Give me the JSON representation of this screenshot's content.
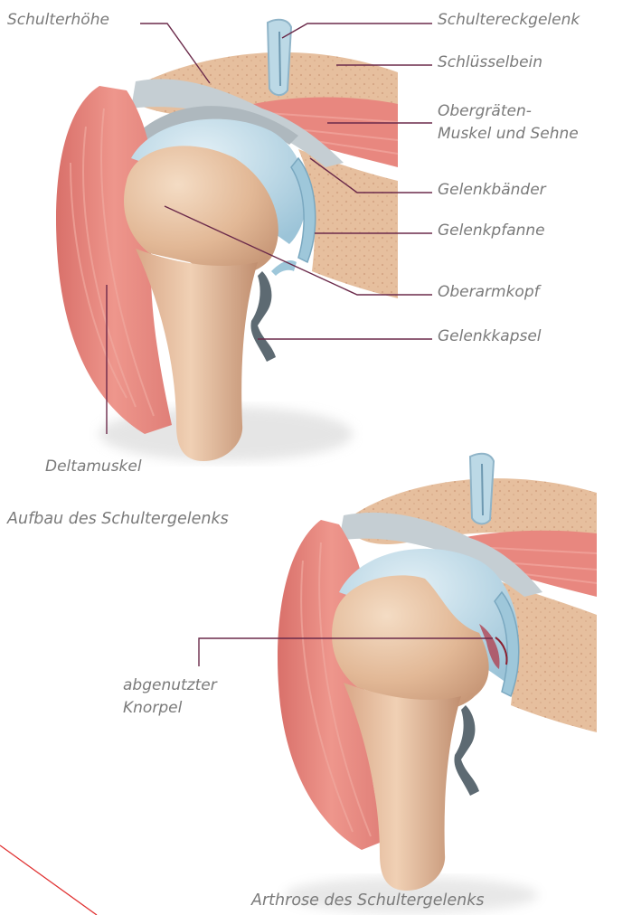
{
  "figure1": {
    "labels": {
      "schulterhoehe": "Schulterhöhe",
      "schultereckgelenk": "Schultereckgelenk",
      "schluesselbein": "Schlüsselbein",
      "obergraeten_line1": "Obergräten-",
      "obergraeten_line2": "Muskel und Sehne",
      "gelenkbaender": "Gelenkbänder",
      "gelenkpfanne": "Gelenkpfanne",
      "oberarmkopf": "Oberarmkopf",
      "gelenkkapsel": "Gelenkkapsel",
      "deltamuskel": "Deltamuskel"
    },
    "caption": "Aufbau des Schultergelenks"
  },
  "figure2": {
    "labels": {
      "knorpel_line1": "abgenutzter",
      "knorpel_line2": "Knorpel"
    },
    "caption": "Arthrose des Schultergelenks"
  },
  "colors": {
    "muscle": "#e8877f",
    "bone": "#e8c2a0",
    "bone_texture": "#d6a987",
    "cartilage": "#bcd9e6",
    "capsule": "#c5ced3",
    "leader_line": "#6b2a4a",
    "label_text": "#7a7a7a",
    "wear": "#b03a4a"
  }
}
